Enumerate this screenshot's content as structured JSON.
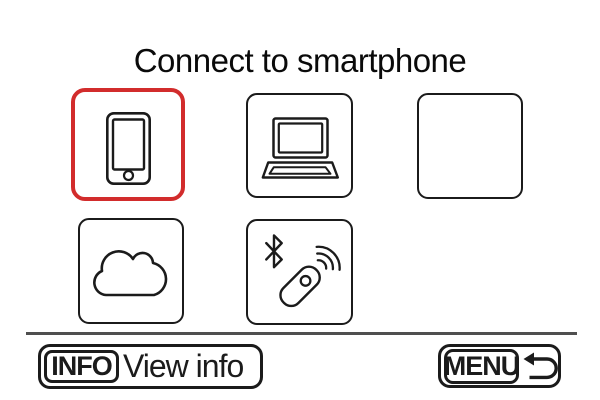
{
  "title": "Connect to smartphone",
  "colors": {
    "selection_red": "#d22c2c",
    "outline_black": "#1b1b1b",
    "separator_gray": "#4f4f4f",
    "background": "#ffffff"
  },
  "tiles": [
    {
      "icon": "smartphone-icon",
      "selected": true
    },
    {
      "icon": "laptop-icon",
      "selected": false
    },
    {
      "icon": "none",
      "selected": false
    },
    {
      "icon": "cloud-icon",
      "selected": false
    },
    {
      "icon": "bluetooth-remote-icon",
      "selected": false
    }
  ],
  "bottom_bar": {
    "info_key": "INFO",
    "info_action": "View info",
    "menu_key": "MENU",
    "menu_icon": "back-arrow-icon"
  }
}
